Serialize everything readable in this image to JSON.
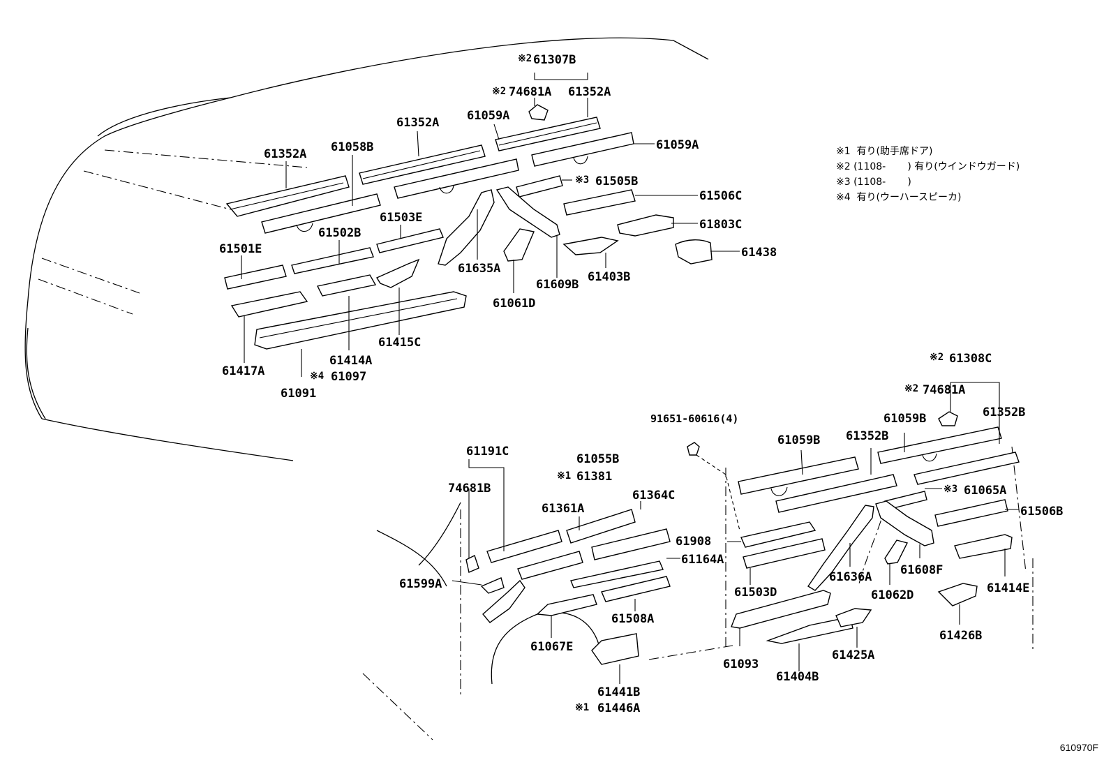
{
  "labels": {
    "l61307B": "61307B",
    "l74681A_top": "74681A",
    "l61352A_top": "61352A",
    "l61059A_mid": "61059A",
    "l61352A_mid": "61352A",
    "l61352A_left": "61352A",
    "l61058B": "61058B",
    "l61059A_right": "61059A",
    "l61505B": "61505B",
    "l61506C": "61506C",
    "l61803C": "61803C",
    "l61438": "61438",
    "l61503E": "61503E",
    "l61502B": "61502B",
    "l61501E": "61501E",
    "l61635A": "61635A",
    "l61609B": "61609B",
    "l61403B": "61403B",
    "l61061D": "61061D",
    "l61415C": "61415C",
    "l61414A": "61414A",
    "l61417A": "61417A",
    "l61097": "61097",
    "l61091": "61091",
    "l61308C": "61308C",
    "l74681A_low": "74681A",
    "l61352B_right": "61352B",
    "l61059B_right": "61059B",
    "l91651": "91651-60616(4)",
    "l61059B_left": "61059B",
    "l61352B_mid": "61352B",
    "l61065A": "61065A",
    "l61506B": "61506B",
    "l61191C": "61191C",
    "l61055B": "61055B",
    "l61381": "61381",
    "l74681B": "74681B",
    "l61361A": "61361A",
    "l61364C": "61364C",
    "l61908": "61908",
    "l61164A": "61164A",
    "l61599A": "61599A",
    "l61503D": "61503D",
    "l61636A": "61636A",
    "l61608F": "61608F",
    "l61414E": "61414E",
    "l61062D": "61062D",
    "l61508A": "61508A",
    "l61067E": "61067E",
    "l61093": "61093",
    "l61425A": "61425A",
    "l61426B": "61426B",
    "l61404B": "61404B",
    "l61441B": "61441B",
    "l61446A": "61446A"
  },
  "marks": {
    "m2": "※2",
    "m3": "※3",
    "m4": "※4",
    "m1": "※1"
  },
  "notes": [
    "※1  有り(助手席ドア)",
    "※2 (1108-       ) 有り(ウインドウガード)",
    "※3 (1108-       )",
    "※4  有り(ウーハースピーカ)"
  ],
  "diagram_code": "610970F"
}
